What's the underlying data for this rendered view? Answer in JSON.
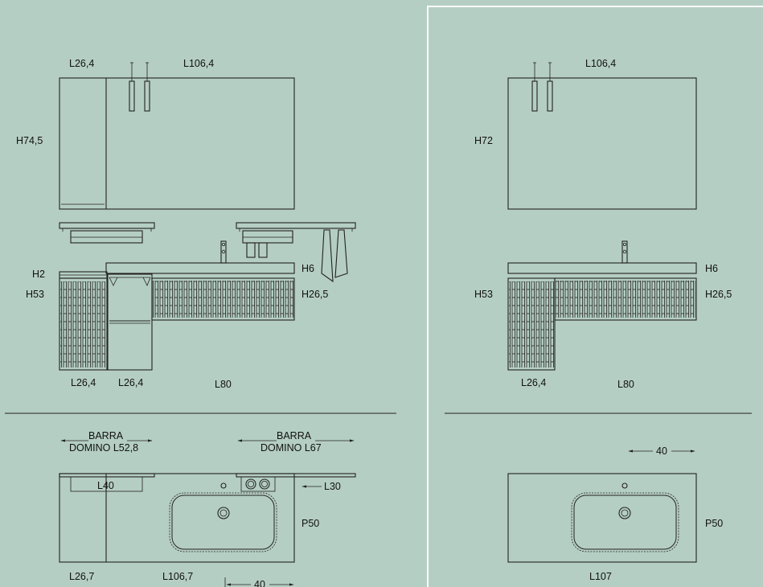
{
  "colors": {
    "background": "#b5cec3",
    "line": "#222222",
    "frame": "#ffffff"
  },
  "left": {
    "front_top": {
      "w_left": "L26,4",
      "w_main": "L106,4",
      "height": "H74,5"
    },
    "front_bottom": {
      "h_top": "H2",
      "h_left": "H53",
      "h_top_right": "H6",
      "h_right": "H26,5",
      "w1": "L26,4",
      "w2": "L26,4",
      "w3": "L80"
    },
    "plan": {
      "barra_left_1": "BARRA",
      "barra_left_2": "DOMINO L52,8",
      "barra_right_1": "BARRA",
      "barra_right_2": "DOMINO L67",
      "l40": "L40",
      "l30": "L30",
      "depth": "P50",
      "w_left": "L26,7",
      "w_main": "L106,7",
      "offset": "40"
    }
  },
  "right": {
    "front_top": {
      "width": "L106,4",
      "height": "H72"
    },
    "front_bottom": {
      "h_top": "H6",
      "h_left": "H53",
      "h_right": "H26,5",
      "w1": "L26,4",
      "w2": "L80"
    },
    "plan": {
      "offset": "40",
      "depth": "P50",
      "width": "L107"
    }
  }
}
